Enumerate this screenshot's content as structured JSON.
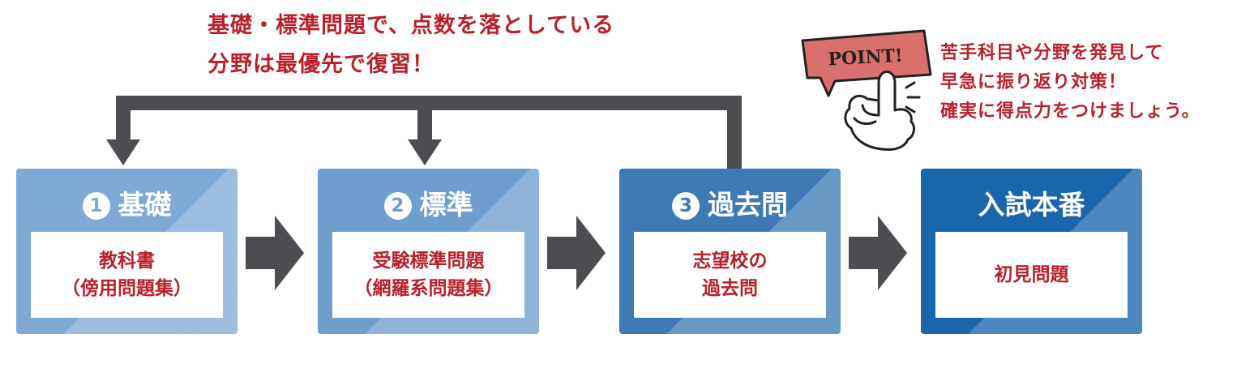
{
  "colors": {
    "accent_red": "#b8212a",
    "arrow_gray": "#4b4d50",
    "step1": "#7faad6",
    "step2": "#6f9fcf",
    "step3": "#3e7bb4",
    "step4": "#1a66ad",
    "badge_fill": "#d9706e"
  },
  "note": {
    "line1": "基礎・標準問題で、点数を落としている",
    "line2": "分野は最優先で復習！"
  },
  "point": {
    "badge": "POINT!",
    "icon": "pointing-hand-icon",
    "line1": "苦手科目や分野を発見して",
    "line2": "早急に振り返り対策！",
    "line3": "確実に得点力をつけましょう。"
  },
  "steps": [
    {
      "number": "1",
      "title": "基礎",
      "line1": "教科書",
      "line2": "（傍用問題集）"
    },
    {
      "number": "2",
      "title": "標準",
      "line1": "受験標準問題",
      "line2": "（網羅系問題集）"
    },
    {
      "number": "3",
      "title": "過去問",
      "line1": "志望校の",
      "line2": "過去問"
    },
    {
      "title": "入試本番",
      "line1": "初見問題"
    }
  ]
}
